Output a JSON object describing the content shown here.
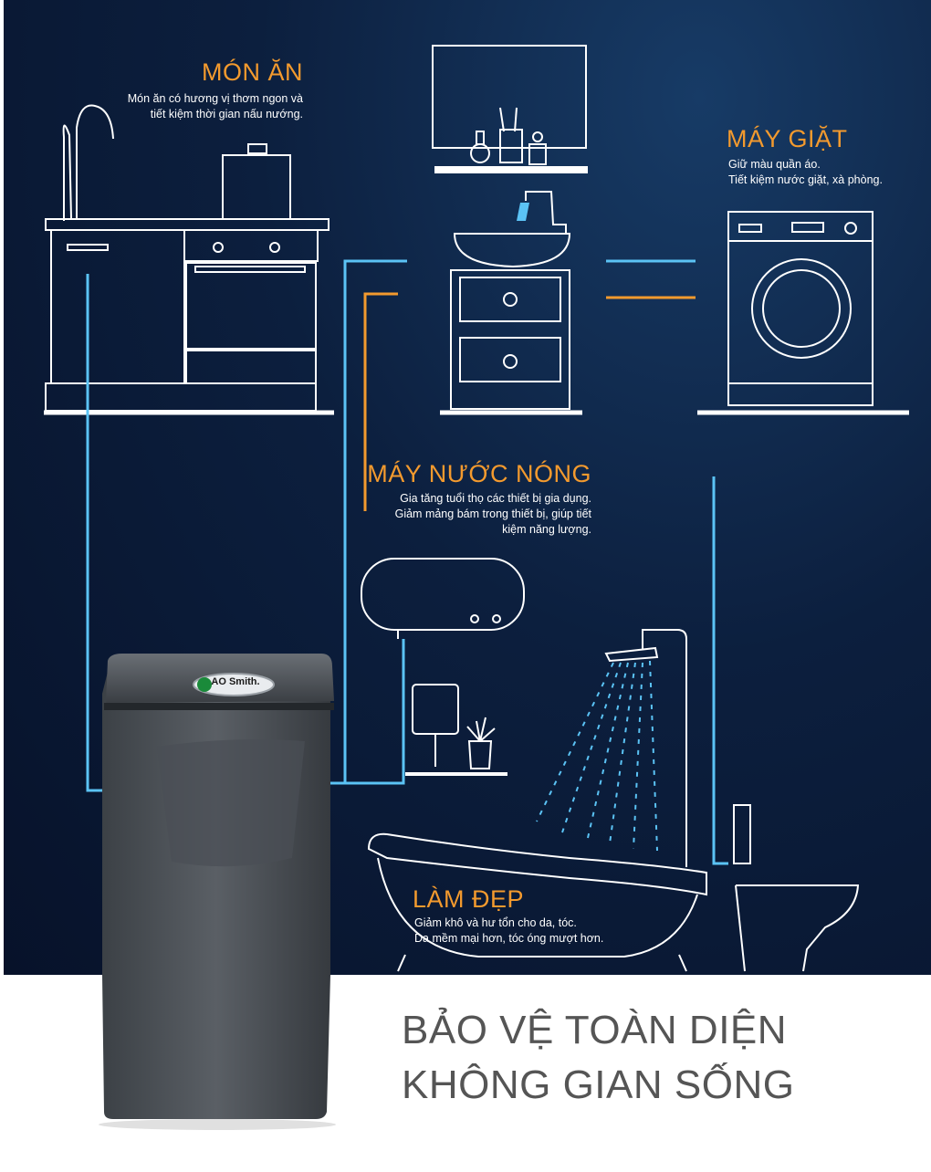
{
  "sections": {
    "mon_an": {
      "title": "MÓN ĂN",
      "desc": [
        "Món ăn có hương vị thơm ngon và",
        "tiết kiệm thời gian nấu nướng."
      ]
    },
    "may_giat": {
      "title": "MÁY GIẶT",
      "desc": [
        "Giữ màu quần áo.",
        "Tiết kiệm nước giặt, xà phòng."
      ]
    },
    "may_nuoc_nong": {
      "title": "MÁY NƯỚC NÓNG",
      "desc": [
        "Gia tăng tuổi thọ các thiết bị gia dụng.",
        "Giảm mảng bám trong thiết bị, giúp tiết",
        "kiệm năng lượng."
      ]
    },
    "lam_dep": {
      "title": "LÀM ĐẸP",
      "desc": [
        "Giảm khô và hư tổn cho da, tóc.",
        "Da mềm mại hơn, tóc óng mượt hơn."
      ]
    }
  },
  "product": {
    "brand": "AO Smith."
  },
  "headline": {
    "line1": "BẢO VỆ TOÀN DIỆN",
    "line2": "KHÔNG GIAN SỐNG"
  },
  "colors": {
    "accent_orange": "#f39a2e",
    "pipe_blue": "#5bc3f5",
    "background": "#0c1f3e"
  }
}
